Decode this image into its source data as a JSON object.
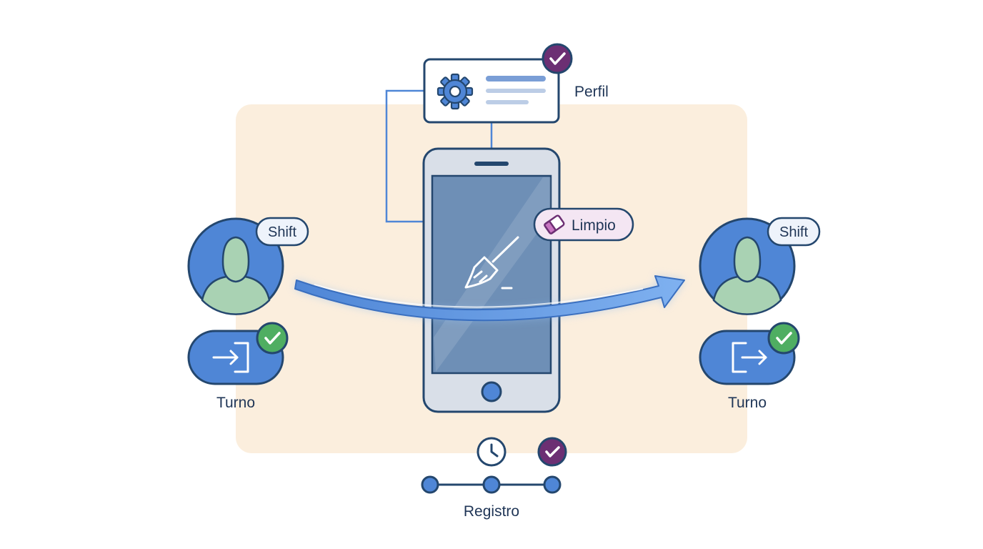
{
  "colors": {
    "background": "#ffffff",
    "panel": "#fbeedd",
    "outline": "#24476e",
    "primary_blue": "#4f86d6",
    "avatar_green": "#a9d2b3",
    "success_green": "#4fae62",
    "purple": "#6c2f73",
    "badge_purple_bg": "#f4e6f3",
    "screen_blue": "#6e8fb6",
    "arrow_blue": "#5b9be6",
    "label_text": "#1f3556"
  },
  "icons": {
    "settings": "gear-icon",
    "clean": "broom-icon",
    "eraser": "eraser-icon",
    "user": "user-icon",
    "check": "check-icon",
    "sign_in": "sign-in-icon",
    "sign_out": "sign-out-icon",
    "clock": "clock-icon"
  },
  "profile": {
    "label": "Perfil"
  },
  "phone": {
    "badge": "Limpio"
  },
  "left_user": {
    "badge": "Shift",
    "caption": "Turno"
  },
  "right_user": {
    "badge": "Shift",
    "caption": "Turno"
  },
  "log": {
    "caption": "Registro"
  }
}
